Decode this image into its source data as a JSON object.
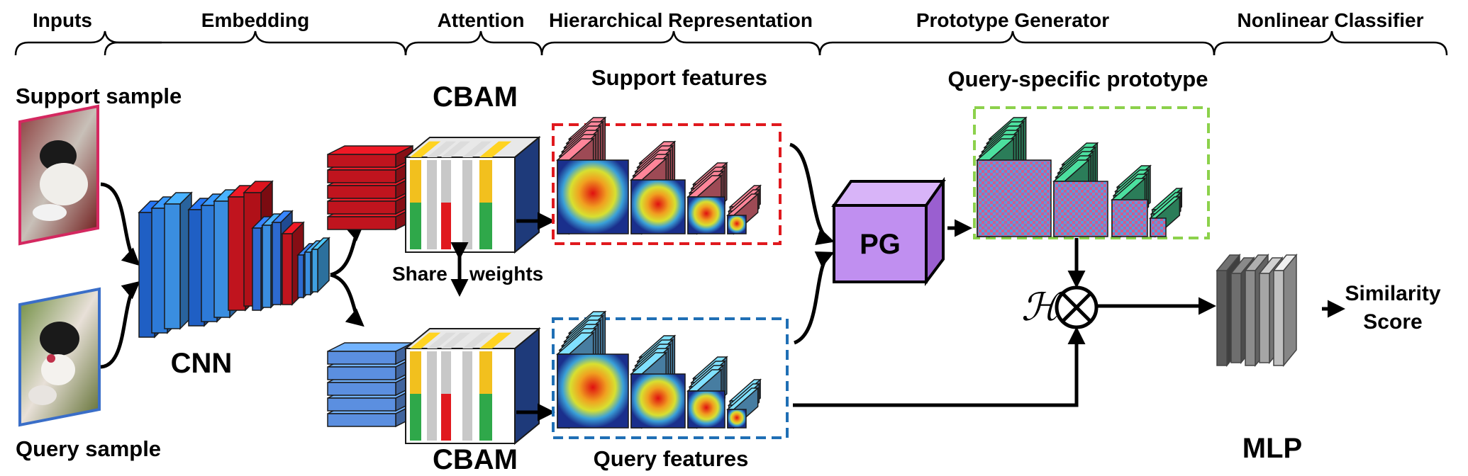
{
  "stages": [
    "Inputs",
    "Embedding",
    "Attention",
    "Hierarchical Representation",
    "Prototype Generator",
    "Nonlinear Classifier"
  ],
  "labels": {
    "support_sample": "Support sample",
    "query_sample": "Query sample",
    "cnn": "CNN",
    "cbam": "CBAM",
    "share": "Share",
    "weights": "weights",
    "support_features": "Support features",
    "query_features": "Query features",
    "prototype": "Query-specific prototype",
    "pg": "PG",
    "operator_symbol": "ℋ",
    "mlp": "MLP",
    "similarity": "Similarity",
    "score": "Score"
  },
  "colors": {
    "support": "#c0141e",
    "support_feature": "#e06a7a",
    "support_border": "#e0191e",
    "query": "#5b8fe0",
    "query_feature": "#66b3e6",
    "query_border": "#1f6fb5",
    "cnn_blue": "#1f5fc4",
    "cnn_red": "#c0141e",
    "pg_fill": "#c08ff0",
    "prototype_green": "#3db37f",
    "prototype_border": "#8cd14b",
    "cbam_dark": "#1e3a7a",
    "cbam_yellow": "#f2c01e",
    "cbam_green": "#2fa84a",
    "cbam_red": "#e0191e",
    "mlp_gray": "#8c8c8c"
  }
}
